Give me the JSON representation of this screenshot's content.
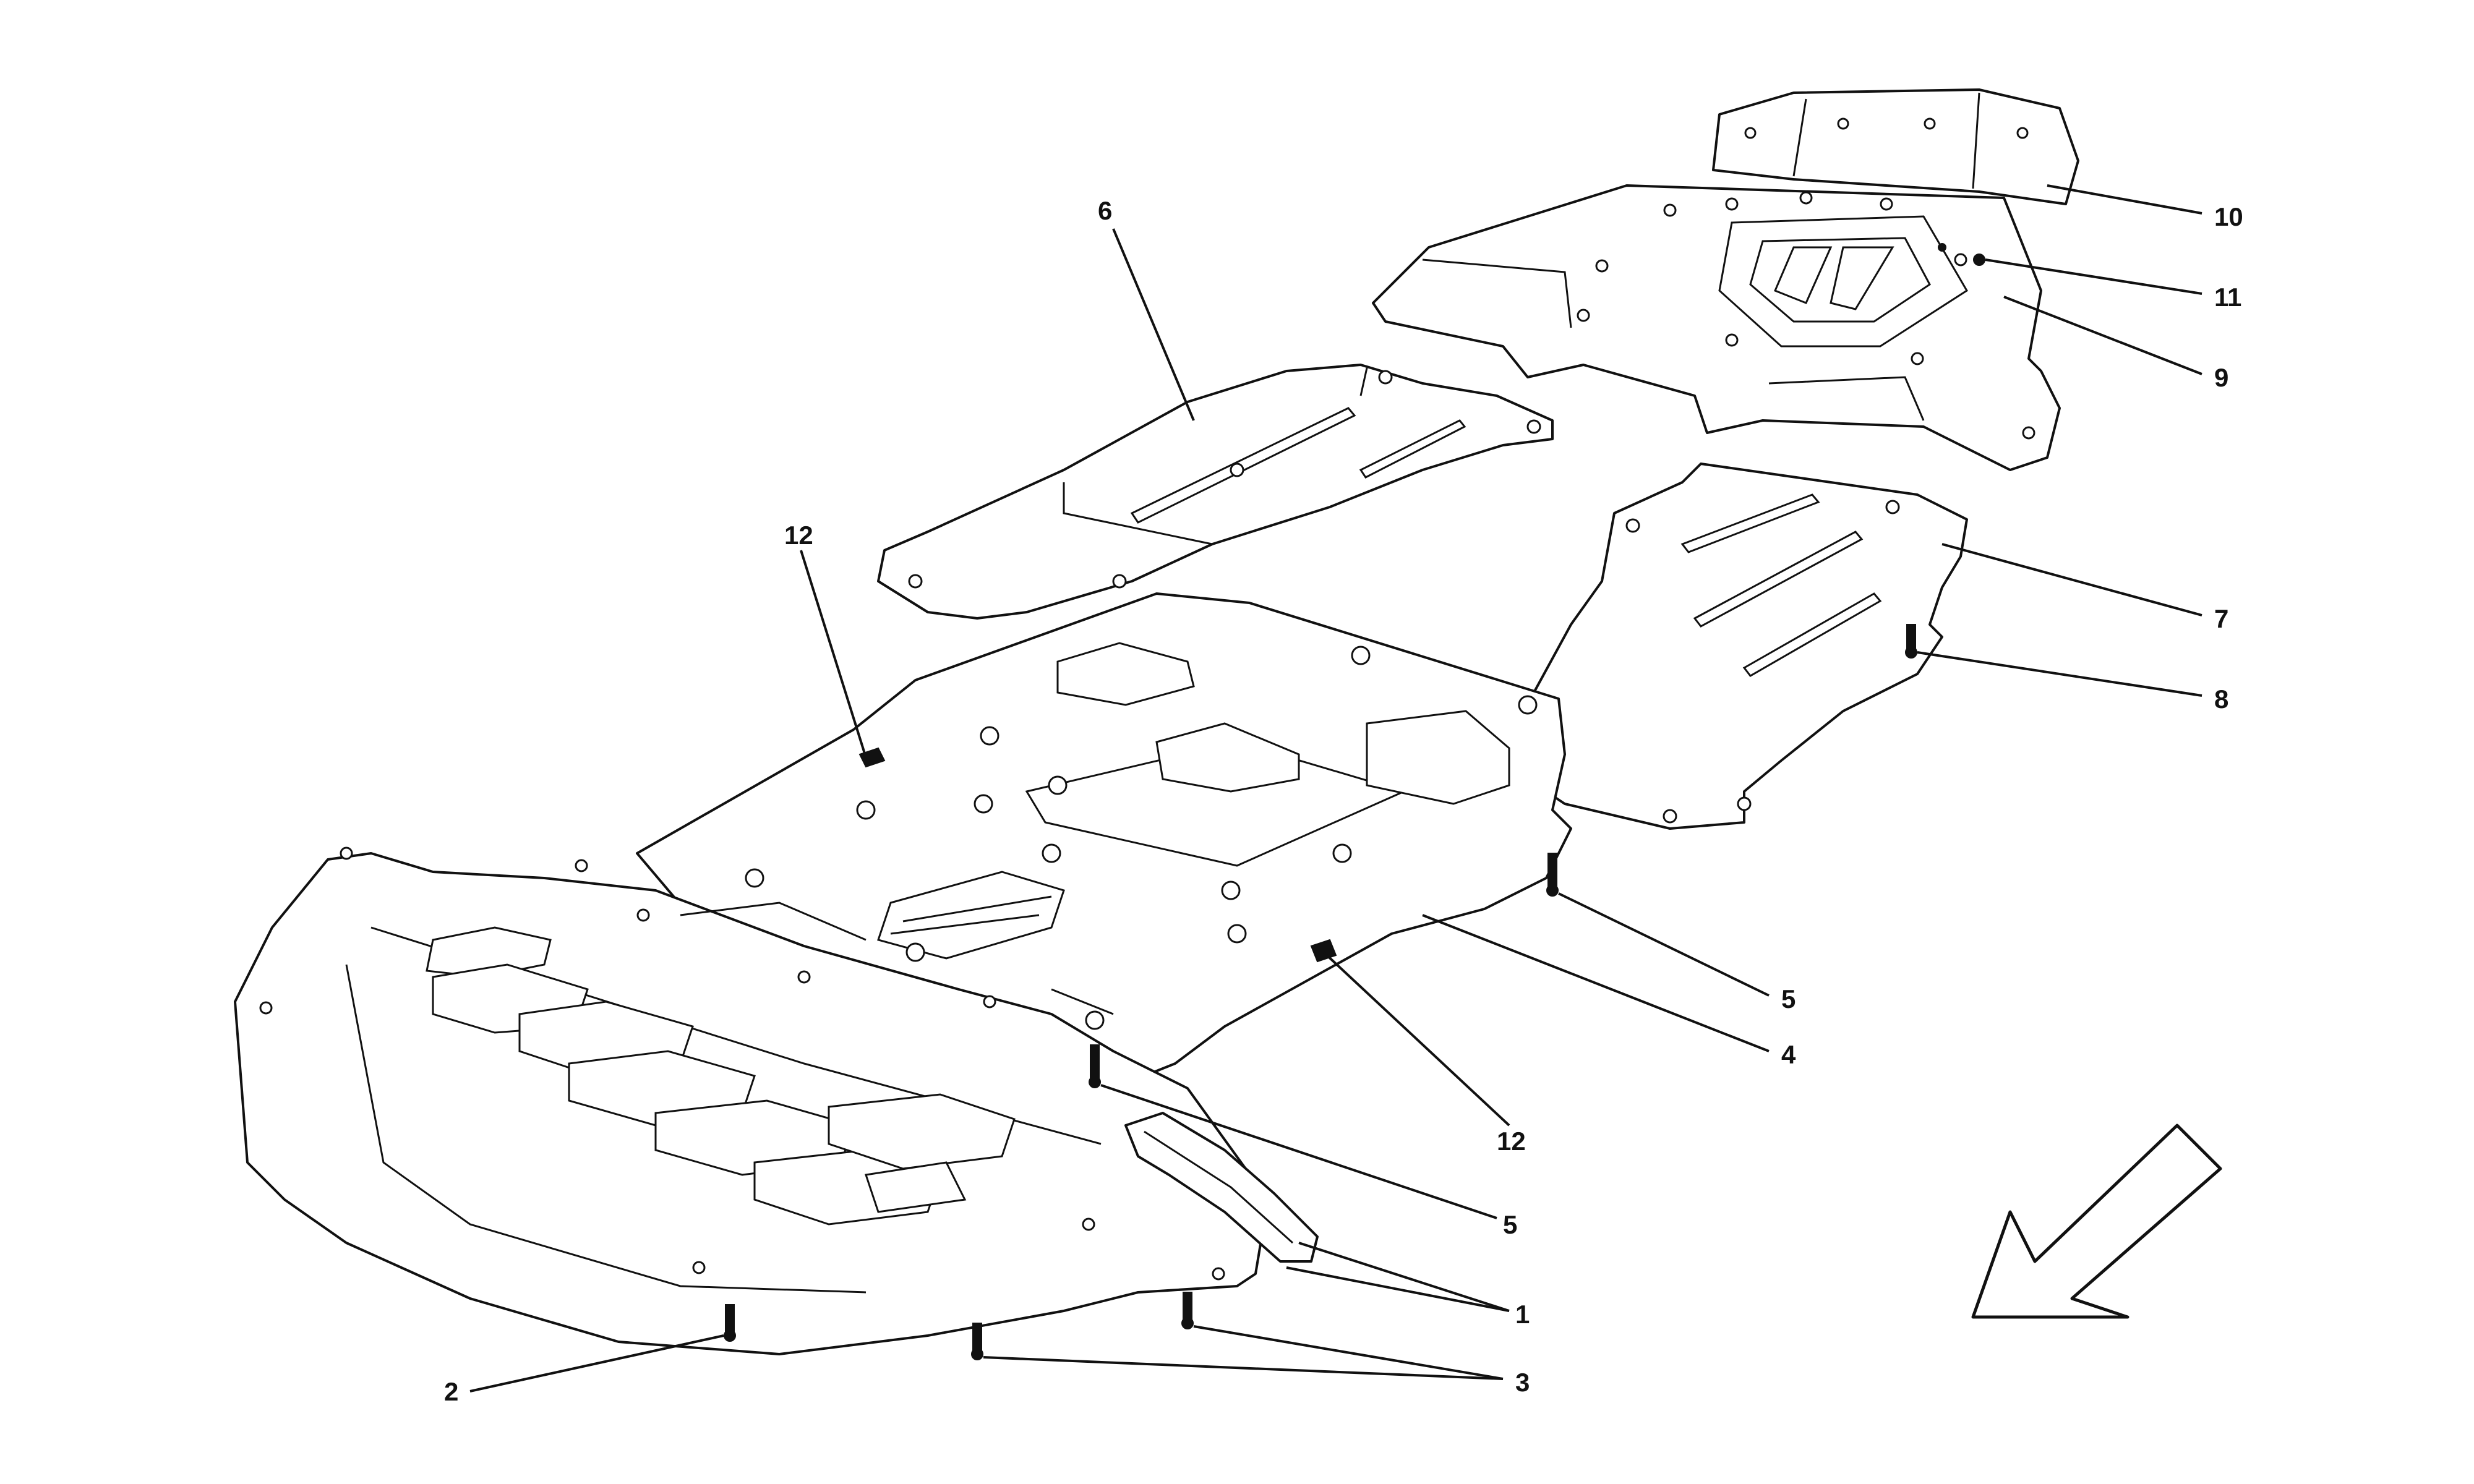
{
  "callouts": {
    "c1": "1",
    "c2": "2",
    "c3": "3",
    "c4": "4",
    "c5a": "5",
    "c5b": "5",
    "c6": "6",
    "c7": "7",
    "c8": "8",
    "c9": "9",
    "c10": "10",
    "c11": "11",
    "c12a": "12",
    "c12b": "12"
  },
  "icons": {
    "direction_arrow": "front-direction-arrow-icon"
  }
}
